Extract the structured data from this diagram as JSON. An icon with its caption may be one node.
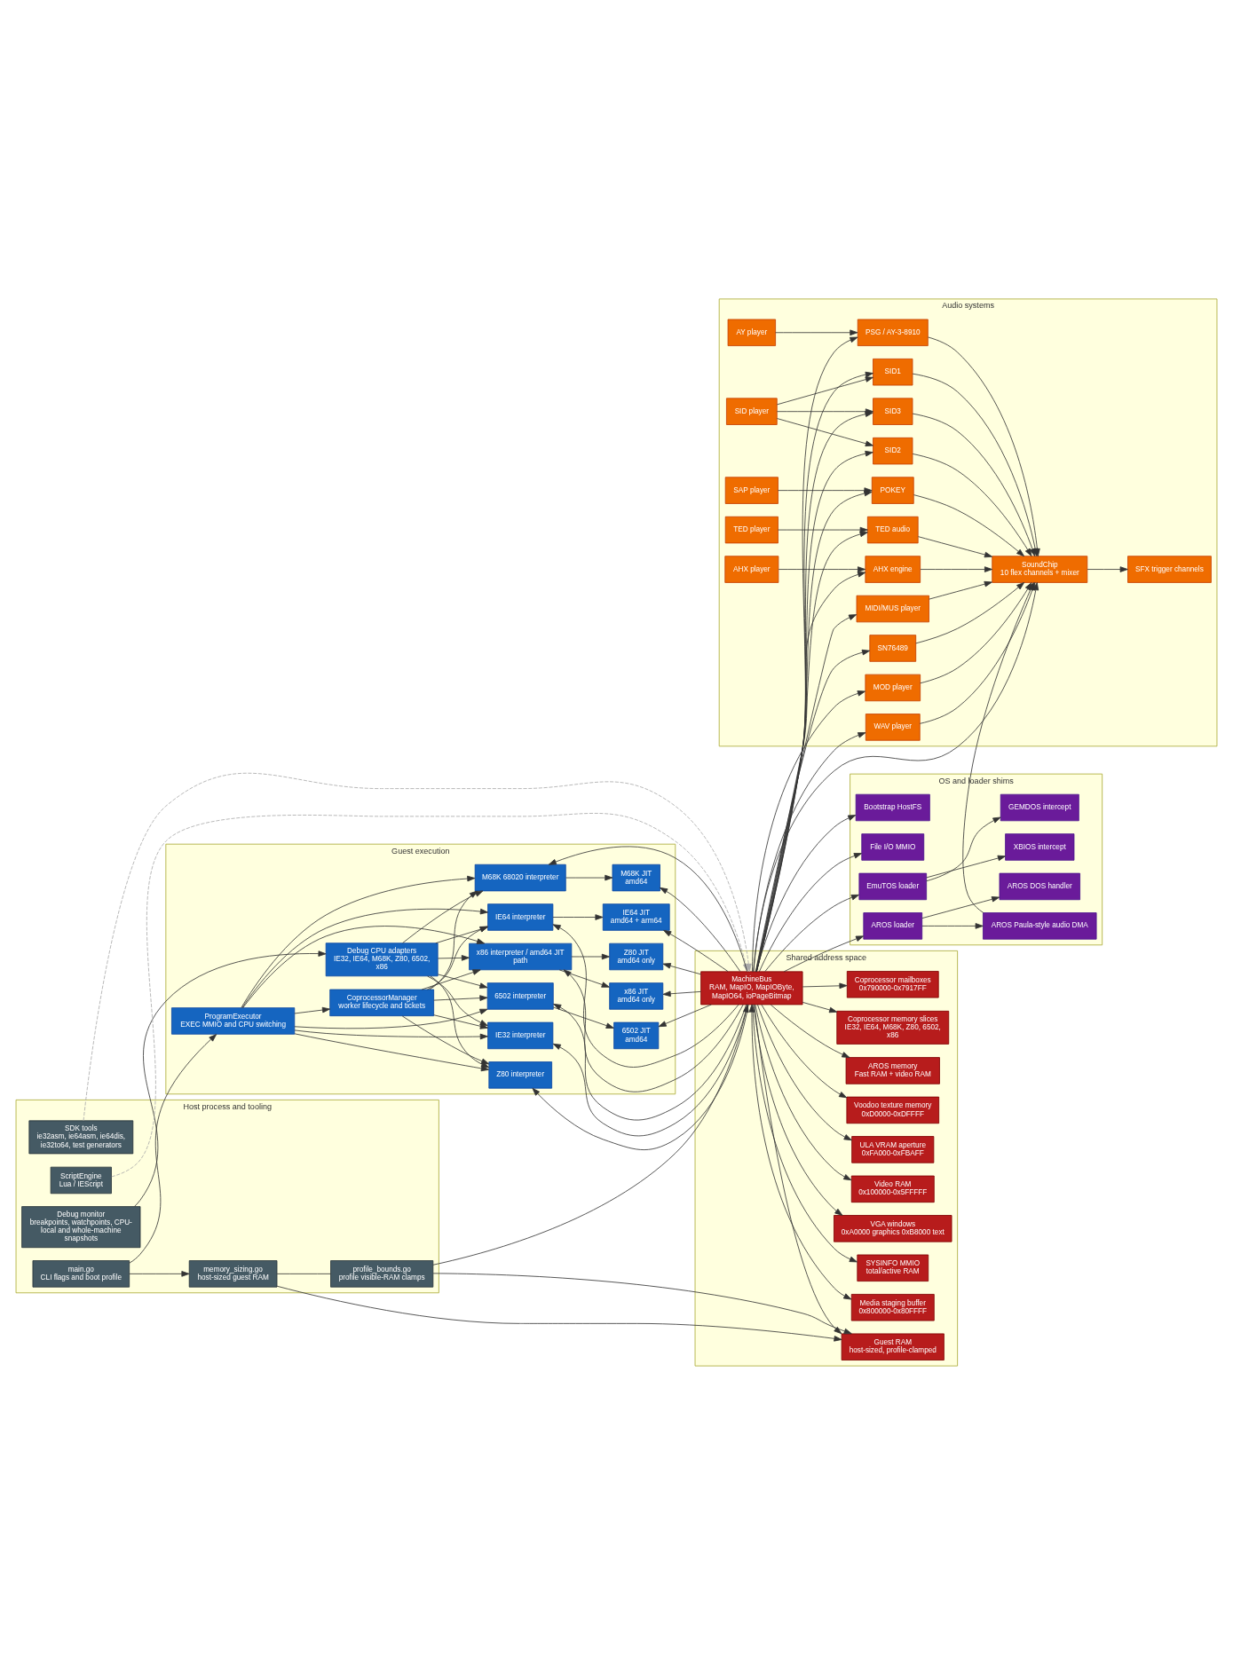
{
  "diagram": {
    "nodes": [
      {
        "text": [
          "Audio systems"
        ]
      },
      {
        "text": [
          "AY player"
        ],
        "in": 0
      },
      {
        "text": [
          "PSG / AY-3-8910"
        ],
        "in": 0
      },
      {
        "text": [
          "SFX trigger channels"
        ],
        "in": 0
      },
      {
        "text": [
          "SN76489"
        ],
        "in": 0
      },
      {
        "text": [
          "SID1"
        ],
        "in": 0
      },
      {
        "text": [
          "SoundChip",
          "10 flex channels + mixer"
        ],
        "in": 0
      },
      {
        "text": [
          "SID player"
        ],
        "in": 0
      },
      {
        "text": [
          "SID2"
        ],
        "in": 0
      },
      {
        "text": [
          "SID3"
        ],
        "in": 0
      },
      {
        "text": [
          "SAP player"
        ],
        "in": 0
      },
      {
        "text": [
          "POKEY"
        ],
        "in": 0
      },
      {
        "text": [
          "TED player"
        ],
        "in": 0
      },
      {
        "text": [
          "TED audio"
        ],
        "in": 0
      },
      {
        "text": [
          "AHX player"
        ],
        "in": 0
      },
      {
        "text": [
          "AHX engine"
        ],
        "in": 0
      },
      {
        "text": [
          "MOD player"
        ],
        "in": 0
      },
      {
        "text": [
          "WAV player"
        ],
        "in": 0
      },
      {
        "text": [
          "MIDI/MUS player"
        ],
        "in": 0
      },
      {
        "text": [
          "Host process and tooling"
        ]
      },
      {
        "text": [
          "main.go",
          "CLI flags and boot profile"
        ],
        "in": 19
      },
      {
        "text": [
          "memory_sizing.go",
          "host-sized guest RAM"
        ],
        "in": 19
      },
      {
        "text": [
          "profile_bounds.go",
          "profile visible-RAM clamps"
        ],
        "in": 19
      },
      {
        "text": [
          "SDK tools",
          "ie32asm, ie64asm, ie64dis, ie32to64, test generators"
        ],
        "in": 19
      },
      {
        "text": [
          "Debug monitor",
          "breakpoints, watchpoints, CPU-local and whole-machine snapshots"
        ],
        "in": 19
      },
      {
        "text": [
          "ScriptEngine",
          "Lua / IEScript"
        ],
        "in": 19
      },
      {
        "text": [
          "Shared address space"
        ]
      },
      {
        "text": [
          "Guest RAM",
          "host-sized, profile-clamped"
        ],
        "in": 26
      },
      {
        "text": [
          "SYSINFO MMIO",
          "total/active RAM"
        ],
        "in": 26
      },
      {
        "text": [
          "VGA windows",
          "0xA0000 graphics 0xB8000 text"
        ],
        "in": 26
      },
      {
        "text": [
          "Video RAM",
          "0x100000-0x5FFFFF"
        ],
        "in": 26
      },
      {
        "text": [
          "ULA VRAM aperture",
          "0xFA000-0xFBAFF"
        ],
        "in": 26
      },
      {
        "text": [
          "Voodoo texture memory",
          "0xD0000-0xDFFFF"
        ],
        "in": 26
      },
      {
        "text": [
          "AROS memory",
          "Fast RAM + video RAM"
        ],
        "in": 26
      },
      {
        "text": [
          "Coprocessor memory slices",
          "IE32, IE64, M68K, Z80, 6502, x86"
        ],
        "in": 26
      },
      {
        "text": [
          "Coprocessor mailboxes",
          "0x790000-0x7917FF"
        ],
        "in": 26
      },
      {
        "text": [
          "MachineBus",
          "RAM, MapIO, MapIOByte, MapIO64, ioPageBitmap"
        ],
        "in": 26
      },
      {
        "text": [
          "Media staging buffer",
          "0x800000-0x80FFFF"
        ],
        "in": 26
      },
      {
        "text": [
          "Guest execution"
        ]
      },
      {
        "text": [
          "IE32 interpreter"
        ],
        "in": 38
      },
      {
        "text": [
          "IE64 interpreter"
        ],
        "in": 38
      },
      {
        "text": [
          "CoprocessorManager",
          "worker lifecycle and tickets"
        ],
        "in": 38
      },
      {
        "text": [
          "M68K 68020 interpreter"
        ],
        "in": 38
      },
      {
        "text": [
          "IE64 JIT",
          "amd64 + arm64"
        ],
        "in": 38
      },
      {
        "text": [
          "ProgramExecutor",
          "EXEC MMIO and CPU switching"
        ],
        "in": 38
      },
      {
        "text": [
          "Debug CPU adapters",
          "IE32, IE64, M68K, Z80, 6502, x86"
        ],
        "in": 38
      },
      {
        "text": [
          "6502 interpreter"
        ],
        "in": 38
      },
      {
        "text": [
          "6502 JIT",
          "amd64"
        ],
        "in": 38
      },
      {
        "text": [
          "M68K JIT",
          "amd64"
        ],
        "in": 38
      },
      {
        "text": [
          "Z80 interpreter"
        ],
        "in": 38
      },
      {
        "text": [
          "x86 interpreter / amd64 JIT path"
        ],
        "in": 38
      },
      {
        "text": [
          "Z80 JIT",
          "amd64 only"
        ],
        "in": 38
      },
      {
        "text": [
          "x86 JIT",
          "amd64 only"
        ],
        "in": 38
      },
      {
        "text": [
          "OS and loader shims"
        ]
      },
      {
        "text": [
          "GEMDOS intercept"
        ],
        "in": 53
      },
      {
        "text": [
          "EmuTOS loader"
        ],
        "in": 53
      },
      {
        "text": [
          "XBIOS intercept"
        ],
        "in": 53
      },
      {
        "text": [
          "AROS DOS handler"
        ],
        "in": 53
      },
      {
        "text": [
          "AROS loader"
        ],
        "in": 53
      },
      {
        "text": [
          "AROS Paula-style audio DMA"
        ],
        "in": 53
      },
      {
        "text": [
          "Bootstrap HostFS"
        ],
        "in": 53
      },
      {
        "text": [
          "File I/O MMIO"
        ],
        "in": 53
      }
    ],
    "edges": [
      {
        "from": 20,
        "to": 21,
        "arrow": "to"
      },
      {
        "from": 20,
        "to": 44,
        "arrow": "to"
      },
      {
        "from": 21,
        "to": 22,
        "arrow": "none"
      },
      {
        "from": 21,
        "to": 27,
        "arrow": "to"
      },
      {
        "from": 22,
        "to": 27,
        "arrow": "to"
      },
      {
        "from": 22,
        "to": 36,
        "arrow": "to"
      },
      {
        "from": 23,
        "to": 36,
        "arrow": "to",
        "style": "dashed",
        "color": "#aaaaaa"
      },
      {
        "from": 24,
        "to": 45,
        "arrow": "to"
      },
      {
        "from": 25,
        "to": 36,
        "arrow": "to",
        "style": "dashed",
        "color": "#aaaaaa"
      },
      {
        "from": 44,
        "to": 39,
        "arrow": "to"
      },
      {
        "from": 44,
        "to": 40,
        "arrow": "to"
      },
      {
        "from": 44,
        "to": 42,
        "arrow": "to"
      },
      {
        "from": 44,
        "to": 41,
        "arrow": "to"
      },
      {
        "from": 44,
        "to": 46,
        "arrow": "to"
      },
      {
        "from": 44,
        "to": 49,
        "arrow": "to"
      },
      {
        "from": 44,
        "to": 50,
        "arrow": "to"
      },
      {
        "from": 41,
        "to": 39,
        "arrow": "to"
      },
      {
        "from": 41,
        "to": 40,
        "arrow": "to"
      },
      {
        "from": 41,
        "to": 42,
        "arrow": "to"
      },
      {
        "from": 41,
        "to": 46,
        "arrow": "to"
      },
      {
        "from": 41,
        "to": 49,
        "arrow": "to"
      },
      {
        "from": 41,
        "to": 50,
        "arrow": "to"
      },
      {
        "from": 45,
        "to": 39,
        "arrow": "to"
      },
      {
        "from": 45,
        "to": 40,
        "arrow": "to"
      },
      {
        "from": 45,
        "to": 42,
        "arrow": "to"
      },
      {
        "from": 45,
        "to": 46,
        "arrow": "to"
      },
      {
        "from": 45,
        "to": 49,
        "arrow": "to"
      },
      {
        "from": 45,
        "to": 50,
        "arrow": "to"
      },
      {
        "from": 40,
        "to": 43,
        "arrow": "to"
      },
      {
        "from": 42,
        "to": 48,
        "arrow": "to"
      },
      {
        "from": 46,
        "to": 47,
        "arrow": "to"
      },
      {
        "from": 50,
        "to": 51,
        "arrow": "to"
      },
      {
        "from": 50,
        "to": 52,
        "arrow": "to"
      },
      {
        "from": 36,
        "to": 39,
        "arrow": "to"
      },
      {
        "from": 36,
        "to": 40,
        "arrow": "to"
      },
      {
        "from": 36,
        "to": 42,
        "arrow": "to"
      },
      {
        "from": 36,
        "to": 46,
        "arrow": "to"
      },
      {
        "from": 36,
        "to": 49,
        "arrow": "to"
      },
      {
        "from": 36,
        "to": 50,
        "arrow": "to"
      },
      {
        "from": 36,
        "to": 43,
        "arrow": "to"
      },
      {
        "from": 36,
        "to": 47,
        "arrow": "to"
      },
      {
        "from": 36,
        "to": 48,
        "arrow": "to"
      },
      {
        "from": 36,
        "to": 51,
        "arrow": "to"
      },
      {
        "from": 36,
        "to": 52,
        "arrow": "to"
      },
      {
        "from": 36,
        "to": 27,
        "arrow": "to"
      },
      {
        "from": 36,
        "to": 28,
        "arrow": "to"
      },
      {
        "from": 36,
        "to": 29,
        "arrow": "to"
      },
      {
        "from": 36,
        "to": 30,
        "arrow": "to"
      },
      {
        "from": 36,
        "to": 31,
        "arrow": "to"
      },
      {
        "from": 36,
        "to": 32,
        "arrow": "to"
      },
      {
        "from": 36,
        "to": 33,
        "arrow": "to"
      },
      {
        "from": 36,
        "to": 34,
        "arrow": "to"
      },
      {
        "from": 36,
        "to": 35,
        "arrow": "to"
      },
      {
        "from": 36,
        "to": 37,
        "arrow": "both"
      },
      {
        "from": 36,
        "to": 2,
        "arrow": "to"
      },
      {
        "from": 36,
        "to": 4,
        "arrow": "to"
      },
      {
        "from": 36,
        "to": 5,
        "arrow": "to"
      },
      {
        "from": 36,
        "to": 8,
        "arrow": "to"
      },
      {
        "from": 36,
        "to": 9,
        "arrow": "to"
      },
      {
        "from": 36,
        "to": 11,
        "arrow": "to"
      },
      {
        "from": 36,
        "to": 13,
        "arrow": "to"
      },
      {
        "from": 36,
        "to": 15,
        "arrow": "to"
      },
      {
        "from": 36,
        "to": 16,
        "arrow": "to"
      },
      {
        "from": 36,
        "to": 17,
        "arrow": "to"
      },
      {
        "from": 36,
        "to": 18,
        "arrow": "to"
      },
      {
        "from": 36,
        "to": 6,
        "arrow": "to"
      },
      {
        "from": 1,
        "to": 2,
        "arrow": "to"
      },
      {
        "from": 7,
        "to": 5,
        "arrow": "to"
      },
      {
        "from": 7,
        "to": 8,
        "arrow": "to"
      },
      {
        "from": 7,
        "to": 9,
        "arrow": "to"
      },
      {
        "from": 10,
        "to": 11,
        "arrow": "to"
      },
      {
        "from": 12,
        "to": 13,
        "arrow": "to"
      },
      {
        "from": 14,
        "to": 15,
        "arrow": "to"
      },
      {
        "from": 2,
        "to": 6,
        "arrow": "to"
      },
      {
        "from": 4,
        "to": 6,
        "arrow": "to"
      },
      {
        "from": 5,
        "to": 6,
        "arrow": "to"
      },
      {
        "from": 8,
        "to": 6,
        "arrow": "to"
      },
      {
        "from": 9,
        "to": 6,
        "arrow": "to"
      },
      {
        "from": 11,
        "to": 6,
        "arrow": "to"
      },
      {
        "from": 13,
        "to": 6,
        "arrow": "to"
      },
      {
        "from": 15,
        "to": 6,
        "arrow": "to"
      },
      {
        "from": 16,
        "to": 6,
        "arrow": "to"
      },
      {
        "from": 17,
        "to": 6,
        "arrow": "to"
      },
      {
        "from": 18,
        "to": 6,
        "arrow": "to"
      },
      {
        "from": 6,
        "to": 3,
        "arrow": "to"
      },
      {
        "from": 36,
        "to": 55,
        "arrow": "to"
      },
      {
        "from": 36,
        "to": 58,
        "arrow": "to"
      },
      {
        "from": 36,
        "to": 60,
        "arrow": "to"
      },
      {
        "from": 36,
        "to": 61,
        "arrow": "to"
      },
      {
        "from": 55,
        "to": 54,
        "arrow": "to"
      },
      {
        "from": 55,
        "to": 56,
        "arrow": "to"
      },
      {
        "from": 58,
        "to": 57,
        "arrow": "to"
      },
      {
        "from": 58,
        "to": 59,
        "arrow": "to"
      },
      {
        "from": 59,
        "to": 6,
        "arrow": "to"
      }
    ]
  }
}
